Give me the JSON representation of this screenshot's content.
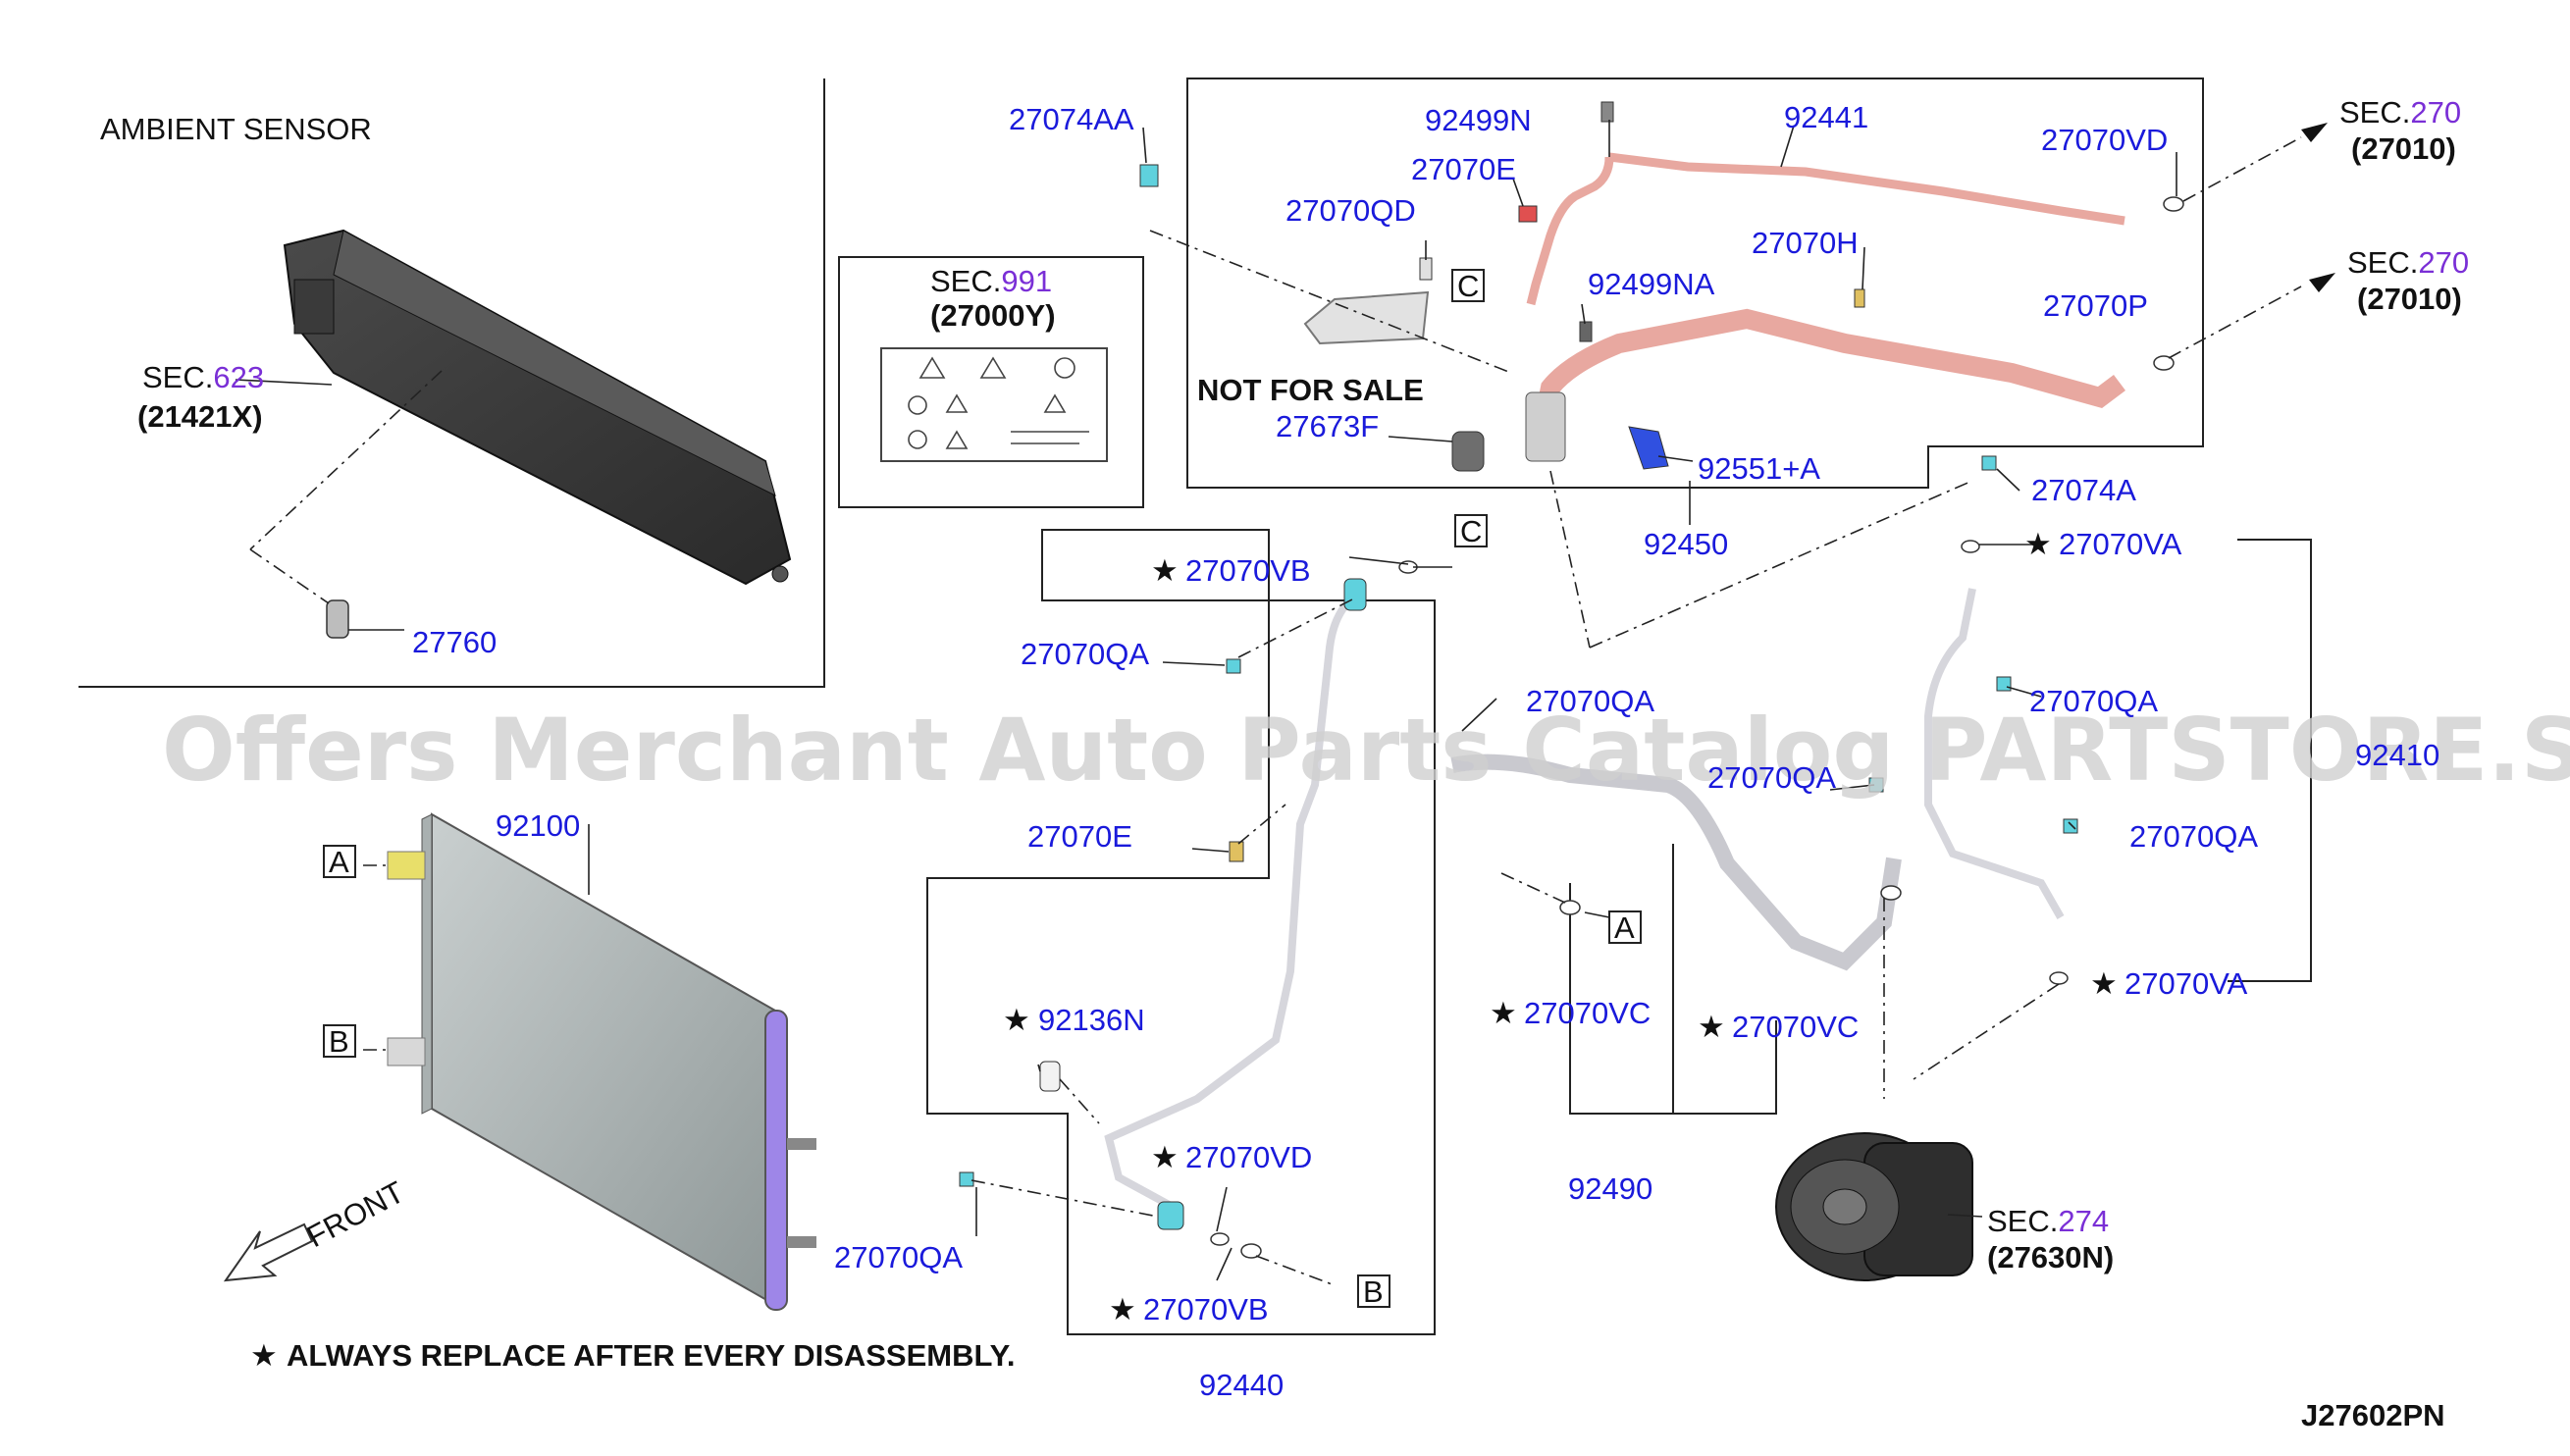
{
  "ambient_sensor_title": "AMBIENT SENSOR",
  "not_for_sale": "NOT FOR SALE",
  "watermark": "Offers Merchant Auto Parts Catalog PARTSTORE.SA",
  "footnote": "ALWAYS REPLACE AFTER EVERY DISASSEMBLY.",
  "drawing_code": "J27602PN",
  "front_label": "FRONT",
  "star": "★",
  "sec_prefix": "SEC.",
  "sections": {
    "s623": {
      "num": "623",
      "code": "(21421X)"
    },
    "s991": {
      "num": "991",
      "code": "(27000Y)"
    },
    "s270a": {
      "num": "270",
      "code": "(27010)"
    },
    "s270b": {
      "num": "270",
      "code": "(27010)"
    },
    "s274": {
      "num": "274",
      "code": "(27630N)"
    }
  },
  "letters": {
    "a": "A",
    "b": "B",
    "c": "C"
  },
  "parts": {
    "p27760": "27760",
    "p27074AA": "27074AA",
    "p92499N": "92499N",
    "p92441": "92441",
    "p27070VD_top": "27070VD",
    "p27070E_top": "27070E",
    "p27070QD": "27070QD",
    "p27070H": "27070H",
    "p92499NA": "92499NA",
    "p27070P": "27070P",
    "p27673F": "27673F",
    "p92551A": "92551+A",
    "p27074A": "27074A",
    "p92450": "92450",
    "p27070VB_top": "27070VB",
    "p27070QA_1": "27070QA",
    "p27070QA_2": "27070QA",
    "p27070QA_3": "27070QA",
    "p27070QA_4": "27070QA",
    "p27070QA_5": "27070QA",
    "p27070QA_6": "27070QA",
    "p27070VA_top": "27070VA",
    "p27070VA_bot": "27070VA",
    "p92410": "92410",
    "p92100": "92100",
    "p27070E_mid": "27070E",
    "p92136N": "92136N",
    "p27070VD_bot": "27070VD",
    "p27070VB_bot": "27070VB",
    "p92440": "92440",
    "p27070VC_1": "27070VC",
    "p27070VC_2": "27070VC",
    "p92490": "92490"
  }
}
